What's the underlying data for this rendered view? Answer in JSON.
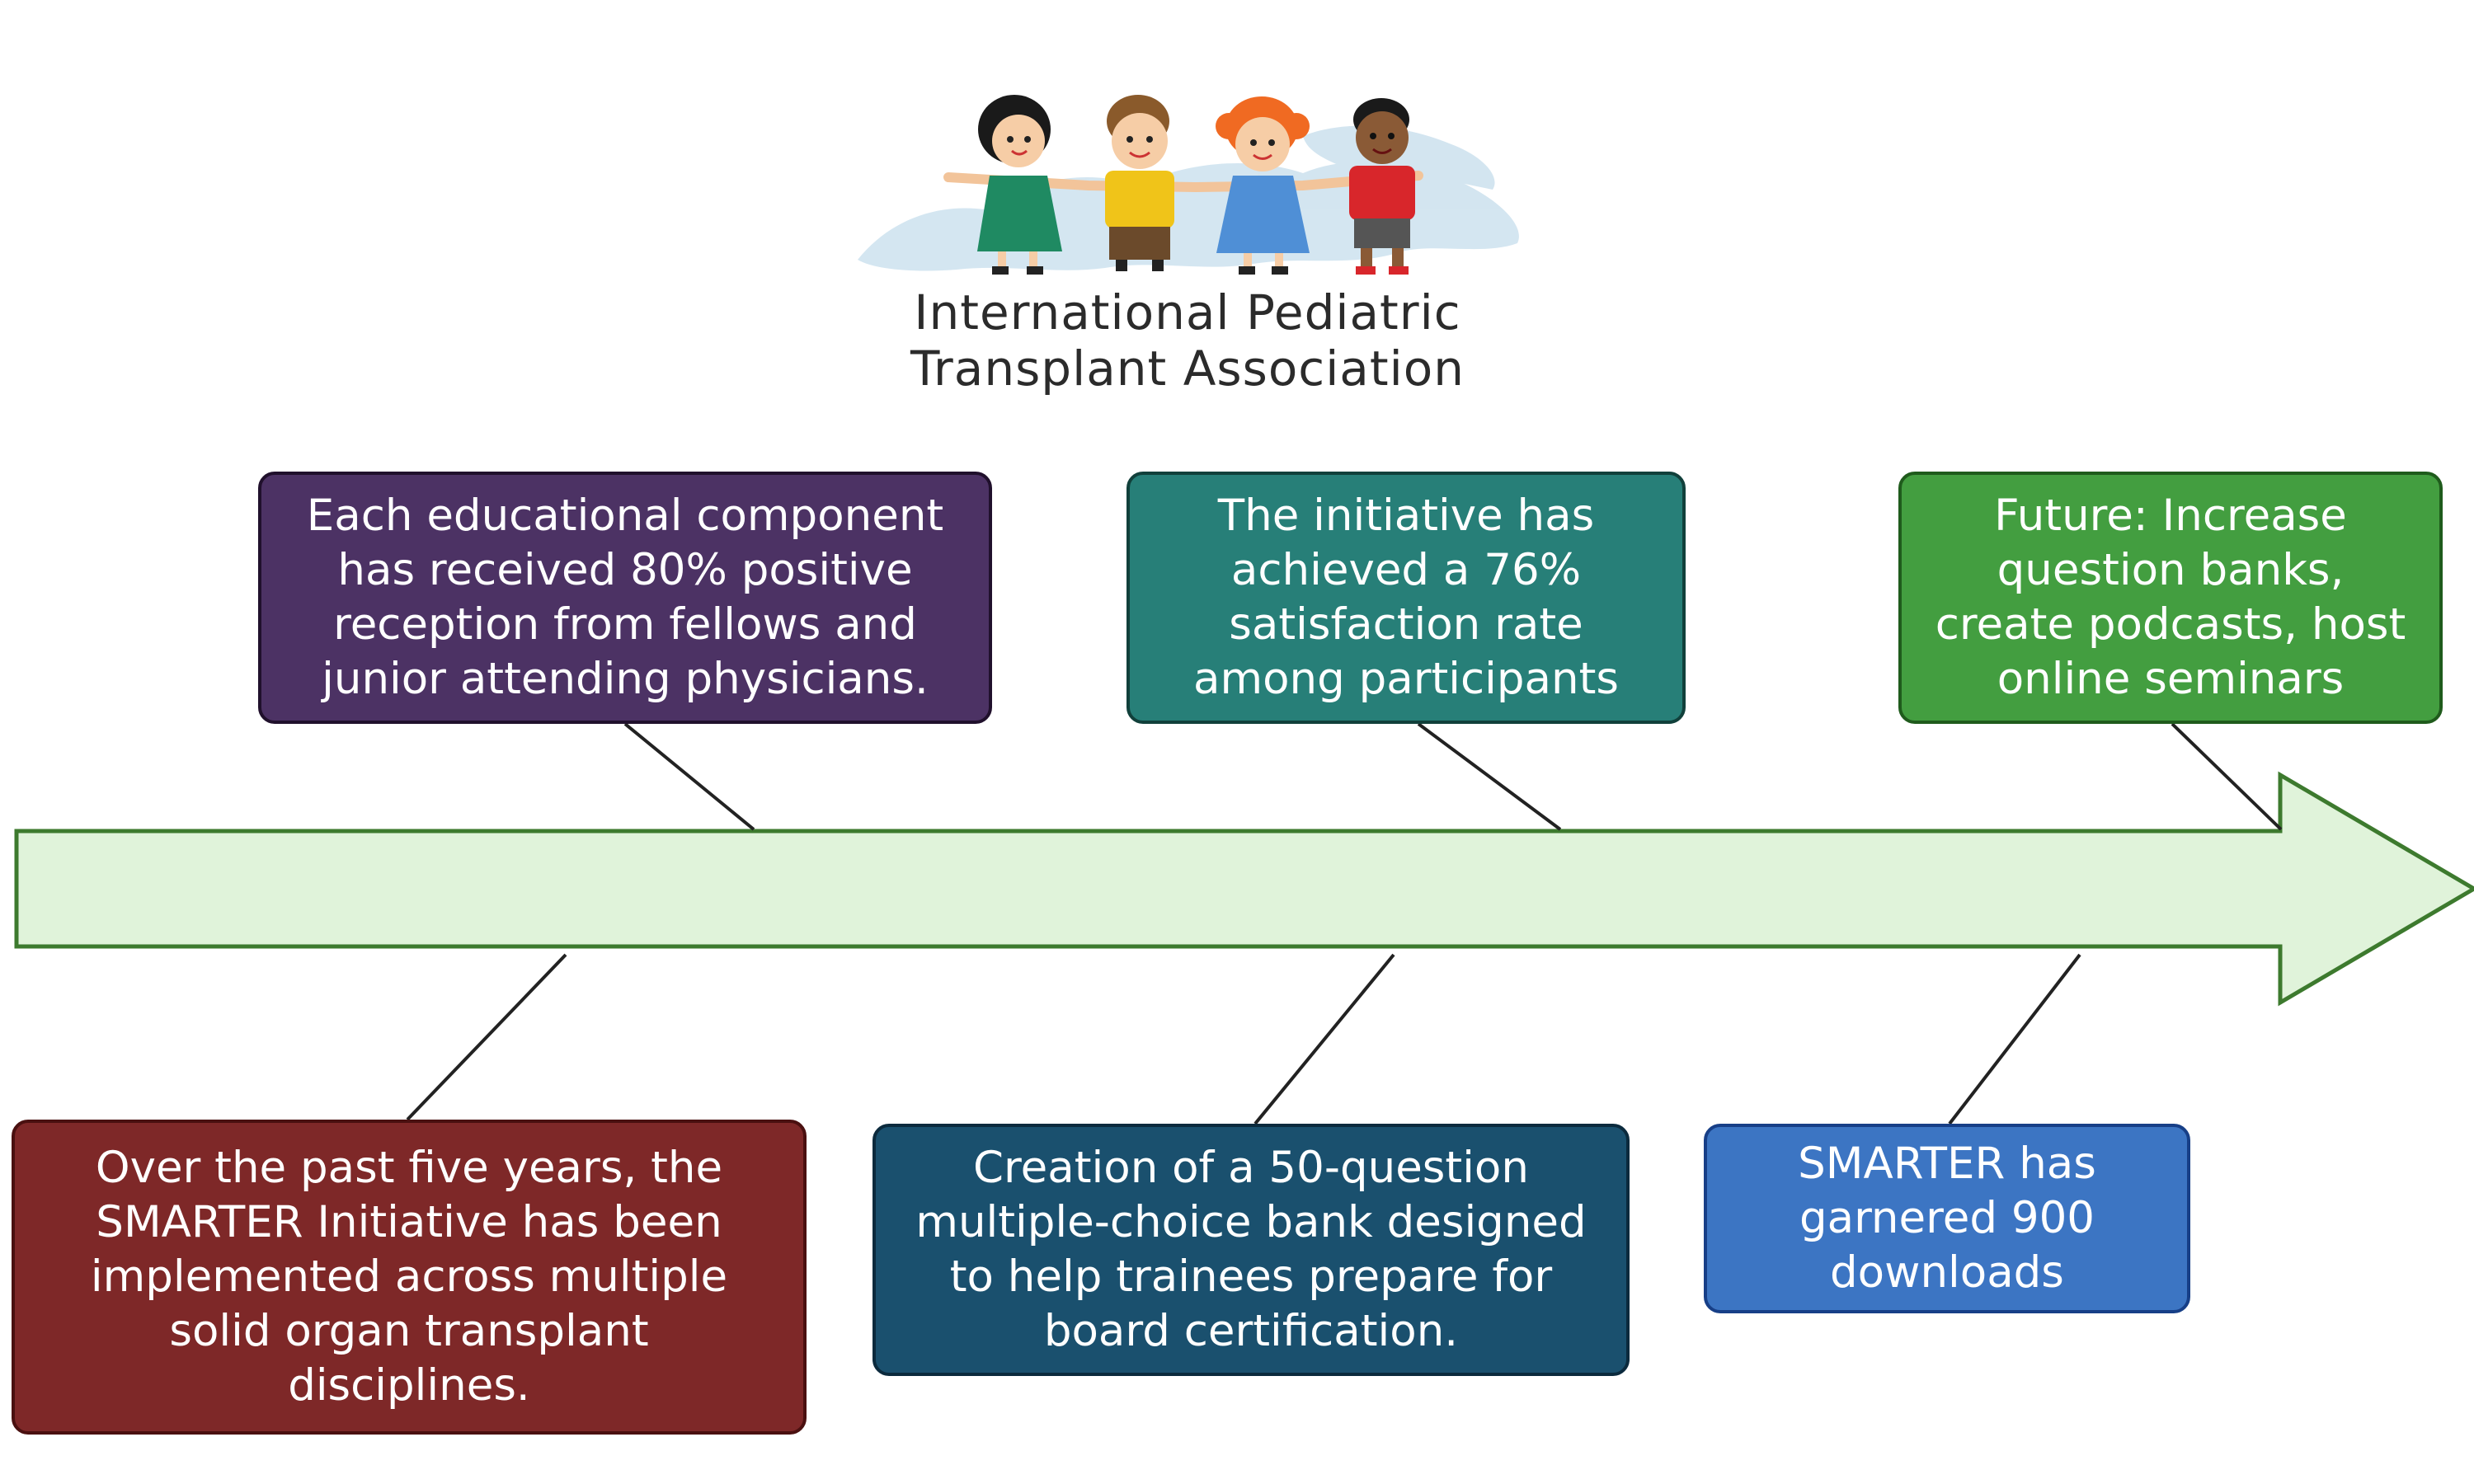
{
  "logo": {
    "line1": "International Pediatric",
    "line2": "Transplant Association"
  },
  "timeline": {
    "arrow_fill": "#e0f3da",
    "arrow_stroke": "#3d7a2e",
    "connector_color": "#222222"
  },
  "milestones_top": [
    {
      "lines": [
        "Each educational component",
        "has received 80% positive",
        "reception from fellows and",
        "junior attending physicians."
      ],
      "color": "#4c3264"
    },
    {
      "lines": [
        "The initiative has",
        "achieved a 76%",
        "satisfaction rate",
        "among participants"
      ],
      "color": "#277f78"
    },
    {
      "lines": [
        "Future: Increase",
        "question banks,",
        "create podcasts, host",
        "online seminars"
      ],
      "color": "#439e40"
    }
  ],
  "milestones_bottom": [
    {
      "lines": [
        "Over the past five years, the",
        "SMARTER Initiative has been",
        "implemented across multiple",
        "solid organ transplant",
        "disciplines."
      ],
      "color": "#7e2828"
    },
    {
      "lines": [
        "Creation of a 50-question",
        "multiple-choice bank designed",
        "to help trainees prepare for",
        "board certification."
      ],
      "color": "#1a506e"
    },
    {
      "lines": [
        "SMARTER has",
        "garnered 900",
        "downloads"
      ],
      "color": "#3c75c3"
    }
  ]
}
